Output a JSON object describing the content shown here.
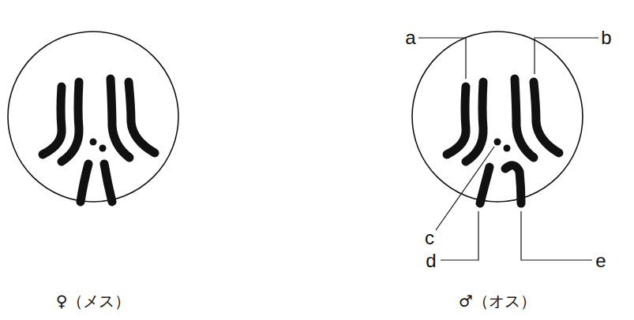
{
  "diagram": {
    "labels": [
      "a",
      "b",
      "c",
      "d",
      "e",
      "♀（メス）",
      "♂（オス）"
    ]
  }
}
